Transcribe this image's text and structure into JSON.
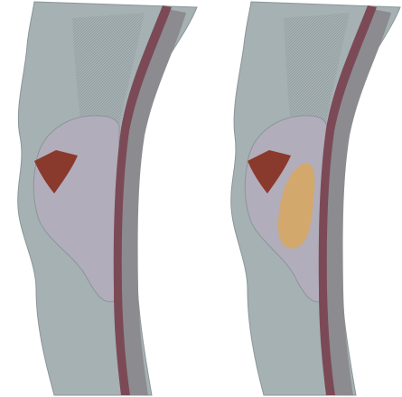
{
  "figure": {
    "panels": [
      {
        "id": "left",
        "regions": [
          "outer-tissue",
          "bulge-region",
          "muscle-band",
          "outer-wall",
          "lesion"
        ]
      },
      {
        "id": "right",
        "regions": [
          "outer-tissue",
          "bulge-region",
          "muscle-band",
          "outer-wall",
          "lesion",
          "inclusion"
        ]
      }
    ]
  },
  "colors": {
    "background": "#ffffff",
    "tissue": "#a6b1b3",
    "tissue_edge": "#8a9699",
    "bulge": "#b2adbb",
    "muscle_band": "#7b4a56",
    "outer_wall": "#8c8b90",
    "lesion": "#8a3a2c",
    "inclusion": "#d2a86c",
    "mesh_lines": "#707a7d"
  }
}
